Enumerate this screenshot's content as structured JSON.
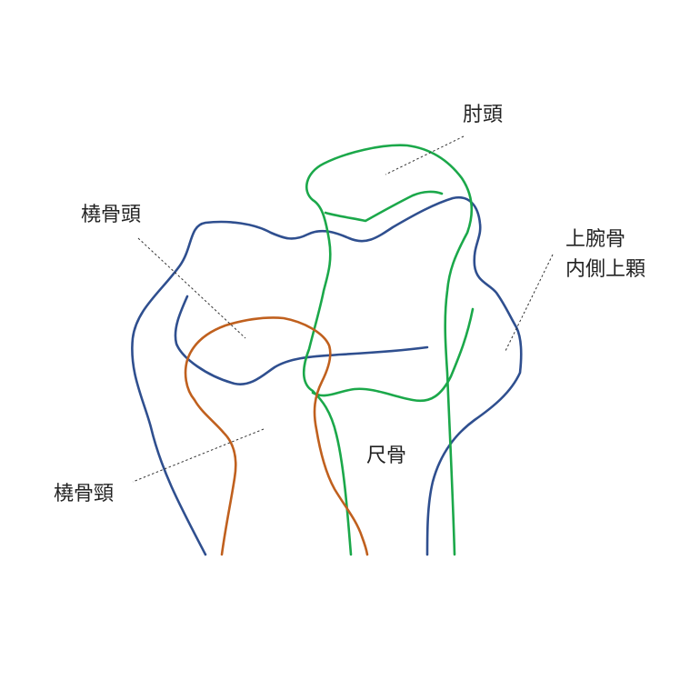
{
  "labels": {
    "olecranon": "肘頭",
    "radial_head": "橈骨頭",
    "medial_epicondyle_line1": "上腕骨",
    "medial_epicondyle_line2": "内側上顆",
    "ulna": "尺骨",
    "radial_neck": "橈骨頸"
  },
  "colors": {
    "humerus": "#2f4f8f",
    "ulna": "#1ba84a",
    "radius": "#c0601e",
    "text": "#222222",
    "leader": "#333333"
  }
}
